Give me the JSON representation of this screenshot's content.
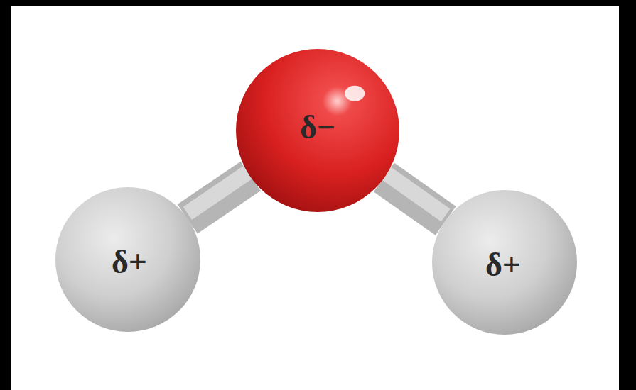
{
  "diagram": {
    "nodes": [
      {
        "text": [
          "δ−"
        ]
      },
      {
        "text": [
          "δ+"
        ]
      },
      {
        "text": [
          "δ+"
        ]
      }
    ],
    "edges": [
      {
        "from": 0,
        "to": 1,
        "arrow": "none"
      },
      {
        "from": 0,
        "to": 2,
        "arrow": "none"
      }
    ]
  }
}
